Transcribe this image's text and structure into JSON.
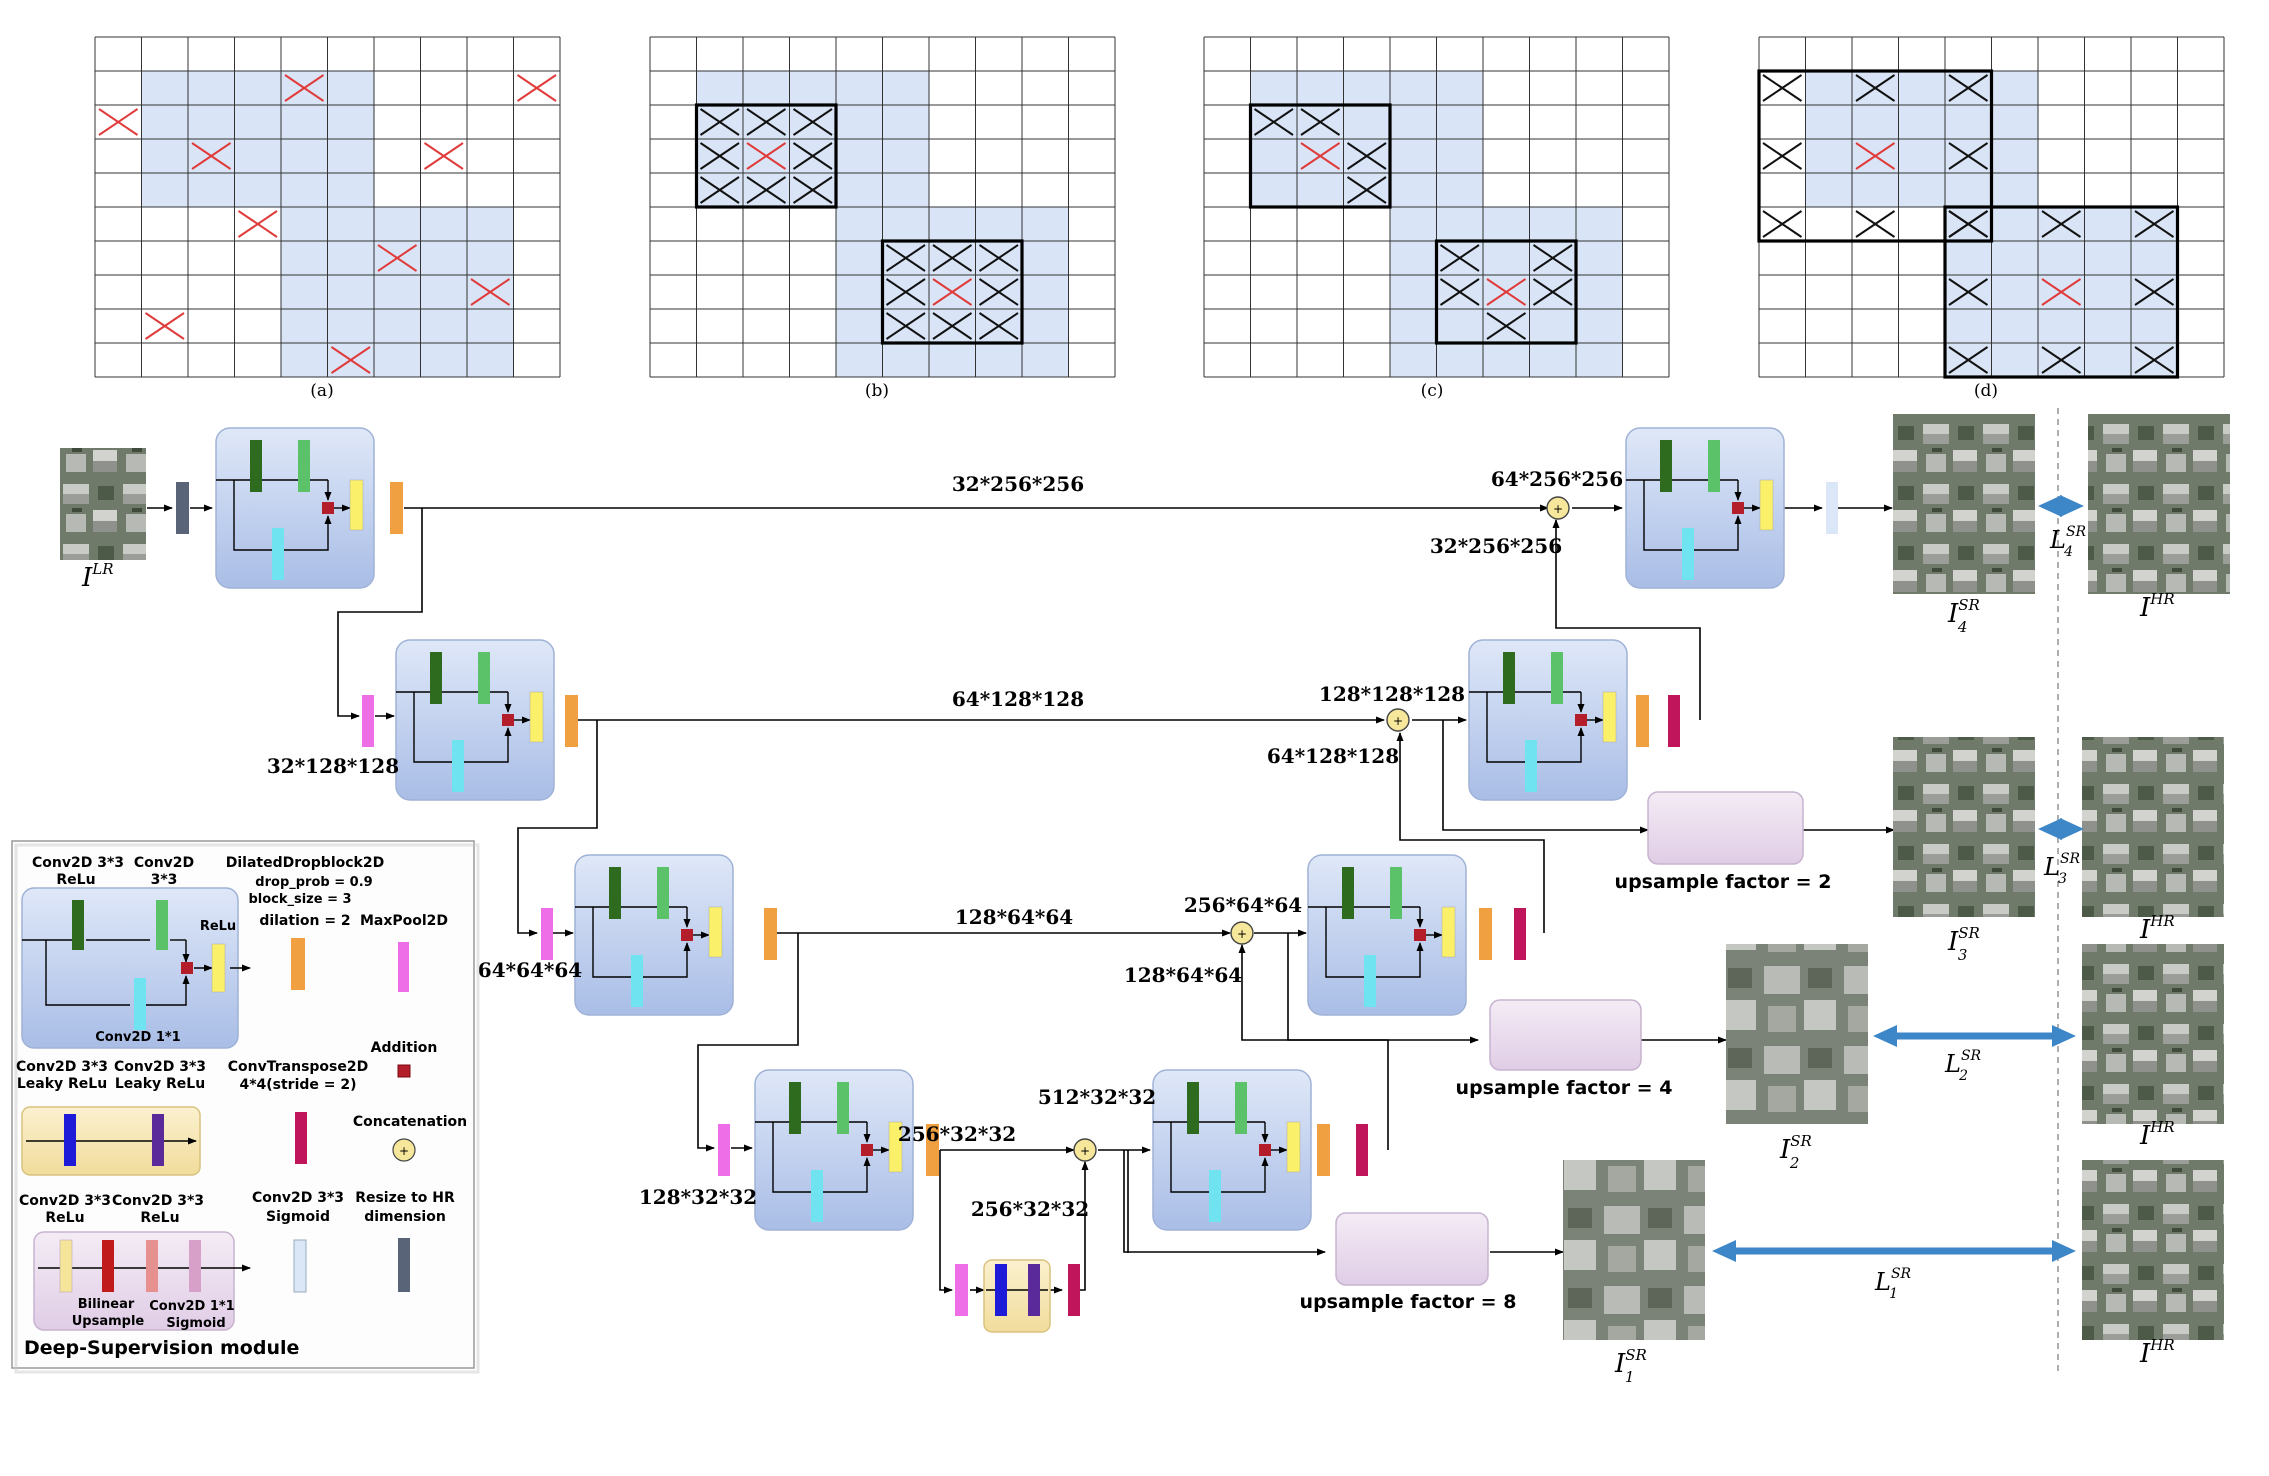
{
  "grid_panels": {
    "captions": [
      "(a)",
      "(b)",
      "(c)",
      "(d)"
    ]
  },
  "inputs": {
    "lr_label": "I",
    "lr_sup": "LR",
    "hr_label": "I",
    "hr_sup": "HR"
  },
  "dims": {
    "skip1": "32*256*256",
    "skip2": "64*128*128",
    "skip3": "128*64*64",
    "skip4": "256*32*32",
    "enc2_in": "32*128*128",
    "enc3_in": "64*64*64",
    "enc4_in": "128*32*32",
    "bott_out": "256*32*32",
    "cat4": "512*32*32",
    "cat3_top": "256*64*64",
    "cat3_bot": "128*64*64",
    "cat2_top": "128*128*128",
    "cat2_bot": "64*128*128",
    "cat1_top": "64*256*256",
    "cat1_bot": "32*256*256"
  },
  "upsample": {
    "f2": "upsample factor = 2",
    "f4": "upsample factor = 4",
    "f8": "upsample factor = 8"
  },
  "outputs": {
    "sr_label": "I",
    "sr_sup": "SR",
    "loss_label": "L",
    "loss_sup": "SR",
    "subs": [
      "1",
      "2",
      "3",
      "4"
    ]
  },
  "legend": {
    "conv33_relu": "Conv2D 3*3",
    "relu": "ReLu",
    "conv2d": "Conv2D",
    "k33": "3*3",
    "dropblock": "DilatedDropblock2D",
    "drop_prob": "drop_prob = 0.9",
    "block_size": "block_size = 3",
    "dilation": "dilation = 2",
    "maxpool": "MaxPool2D",
    "relu_small": "ReLu",
    "conv11": "Conv2D 1*1",
    "leaky1": "Conv2D 3*3",
    "leaky_relu": "Leaky ReLu",
    "convT": "ConvTranspose2D",
    "convT2": "4*4(stride = 2)",
    "addition": "Addition",
    "concat": "Concatenation",
    "sig_conv": "Conv2D 3*3",
    "sigmoid": "Sigmoid",
    "resize1": "Resize to HR",
    "resize2": "dimension",
    "bilinear1": "Bilinear",
    "bilinear2": "Upsample",
    "ds_conv11": "Conv2D 1*1",
    "ds_sigmoid": "Sigmoid",
    "ds_relu_a": "ReLu",
    "ds_relu_b": "ReLu",
    "ds_conv_a": "Conv2D 3*3",
    "ds_conv_b": "Conv2D 3*3",
    "title": "Deep-Supervision module"
  },
  "colors": {
    "dark_green": "#2e6b1f",
    "light_green": "#5cc26a",
    "cyan": "#6fe3ef",
    "yellow": "#fbf06a",
    "orange": "#f0a040",
    "magenta": "#ee6ee8",
    "crimson": "#c0155a",
    "navy": "#1d1ad8",
    "slate": "#5a6478",
    "block_fill": "#c7d6f1",
    "ds_fill": "#ecdff0",
    "grid_fill": "#d9e5f6",
    "red_cross": "#e03b3b"
  }
}
